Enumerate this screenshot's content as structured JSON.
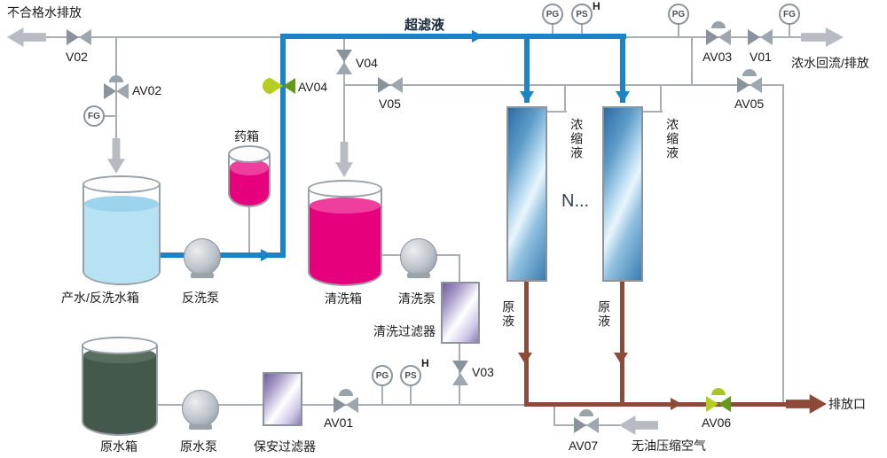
{
  "colors": {
    "pipe_gray": "#a9aeb4",
    "pipe_blue": "#1a84c6",
    "pipe_brown": "#8d4a38",
    "liquid_light_blue": "#b7e2f3",
    "liquid_magenta": "#e6007e",
    "liquid_dark_green": "#44584c",
    "valve_gray": "#8a929c",
    "valve_green": "#66981c",
    "valve_lime": "#b5cd20"
  },
  "streams": {
    "unqualified_water_discharge": "不合格水排放",
    "ultrafiltrate": "超滤液",
    "concentrate_return_discharge": "浓水回流/排放",
    "discharge_outlet": "排放口",
    "oil_free_compressed_air": "无油压缩空气",
    "concentrate": "浓缩液",
    "raw_liquid": "原液",
    "membrane_more": "N..."
  },
  "equipment": {
    "product_tank": "产水/反洗水箱",
    "chemical_tank": "药箱",
    "cleaning_tank": "清洗箱",
    "raw_tank": "原水箱",
    "backwash_pump": "反洗泵",
    "cleaning_pump": "清洗泵",
    "raw_pump": "原水泵",
    "cleaning_filter": "清洗过滤器",
    "cartridge_filter": "保安过滤器"
  },
  "valves": {
    "v01": "V01",
    "v02": "V02",
    "v03": "V03",
    "v04": "V04",
    "v05": "V05",
    "av01": "AV01",
    "av02": "AV02",
    "av03": "AV03",
    "av04": "AV04",
    "av05": "AV05",
    "av06": "AV06",
    "av07": "AV07"
  },
  "gauges": {
    "fg_left": "FG",
    "pg_top": "PG",
    "ps_top": "PS",
    "h_top": "H",
    "pg_right": "PG",
    "fg_right": "FG",
    "pg_bottom": "PG",
    "ps_bottom": "PS",
    "h_bottom": "H"
  }
}
